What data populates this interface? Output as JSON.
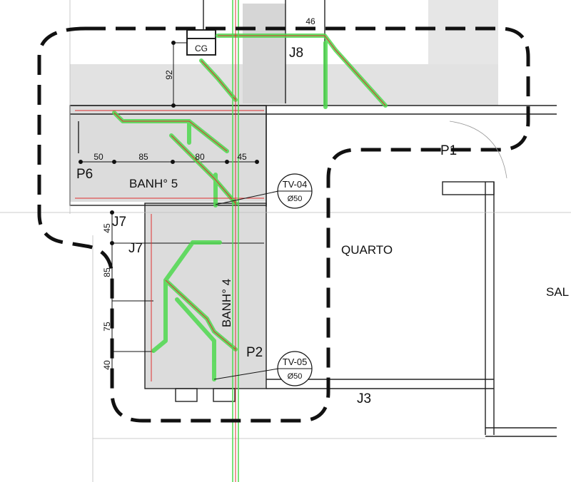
{
  "colors": {
    "pipe_green": "#4fd94f",
    "pipe_red": "#e03030",
    "wall_fill": "#dcdcdc",
    "boundary": "#111111"
  },
  "labels": {
    "cg": "CG",
    "dim_46": "46",
    "j8": "J8",
    "dim_92": "92",
    "dim_50": "50",
    "dim_85_h": "85",
    "dim_80": "80",
    "dim_45_h": "45",
    "p6": "P6",
    "banh5": "BANH° 5",
    "tv04": "TV-04",
    "tv04_dia": "Ø50",
    "j7_a": "J7",
    "j7_b": "J7",
    "dim_45_v": "45",
    "dim_85_v": "85",
    "dim_75": "75",
    "dim_40": "40",
    "banh4": "BANH° 4",
    "p2": "P2",
    "tv05": "TV-05",
    "tv05_dia": "Ø50",
    "j3": "J3",
    "quarto": "QUARTO",
    "p1": "P1",
    "sala": "SAL"
  }
}
